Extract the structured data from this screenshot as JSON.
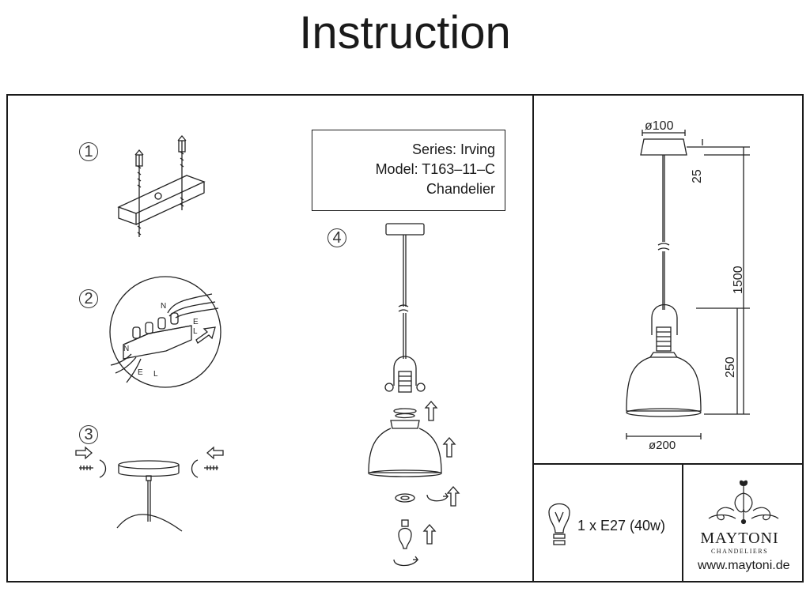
{
  "header": {
    "title": "Instruction"
  },
  "steps": [
    "1",
    "2",
    "3",
    "4"
  ],
  "product": {
    "series": "Series: Irving",
    "model": "Model: T163–11–C",
    "type": "Chandelier"
  },
  "wiring": {
    "n": "N",
    "e": "E",
    "l": "L"
  },
  "dimensions": {
    "canopy_diameter": "ø100",
    "canopy_height": "25",
    "total_height": "1500",
    "shade_height": "250",
    "shade_diameter": "ø200"
  },
  "spec": {
    "bulb": "1 x E27 (40w)"
  },
  "brand": {
    "name": "MAYTONI",
    "sub": "CHANDELIERS",
    "website": "www.maytoni.de"
  }
}
